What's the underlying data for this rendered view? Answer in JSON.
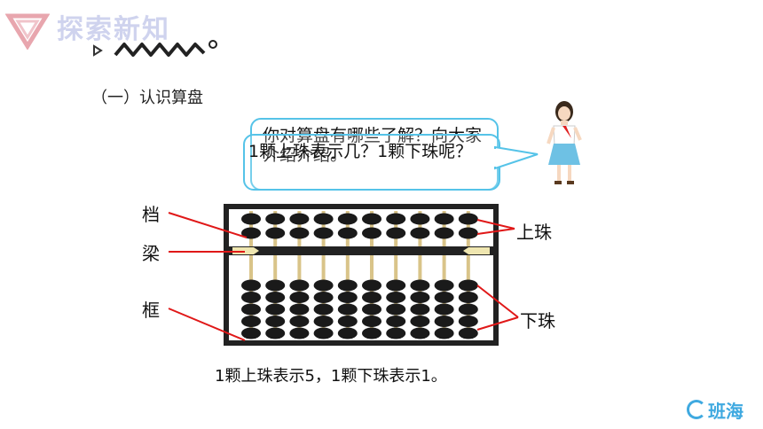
{
  "header": {
    "title": "探索新知"
  },
  "section": {
    "heading": "（一）认识算盘"
  },
  "bubbles": {
    "question_back": "你对算盘有哪些了解？向大家介绍介绍。",
    "question_front": "1颗上珠表示几？1颗下珠呢？"
  },
  "abacus": {
    "labels": {
      "rod": "档",
      "beam": "梁",
      "frame": "框",
      "upper": "上珠",
      "lower": "下珠"
    },
    "rods": 10,
    "upper_beads_per_rod": 2,
    "lower_beads_per_rod": 5
  },
  "caption": "1颗上珠表示5，1颗下珠表示1。",
  "brand": {
    "name": "班海"
  },
  "colors": {
    "accent_red": "#e01818",
    "bubble_border": "#55c3e8",
    "frame": "#222222",
    "rod": "#d9c489"
  }
}
